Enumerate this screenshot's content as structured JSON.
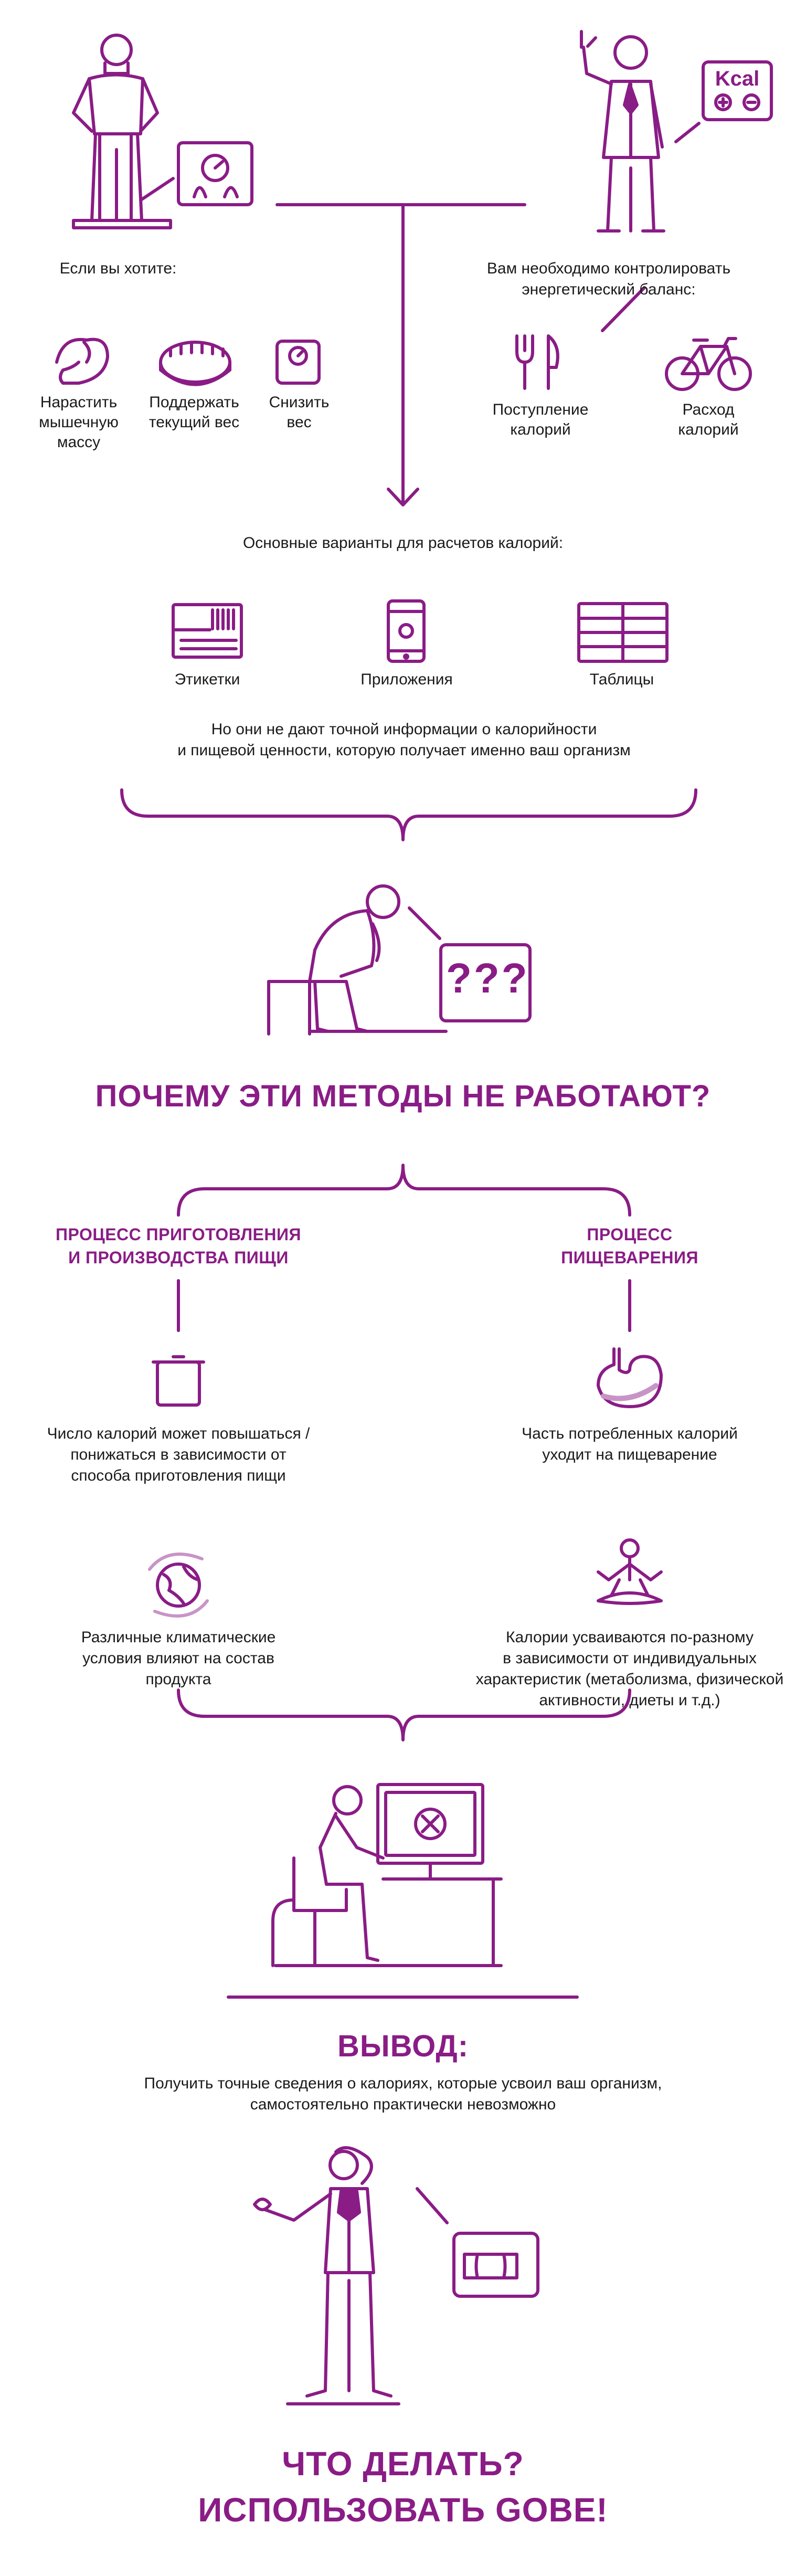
{
  "colors": {
    "accent": "#8a1c86",
    "accent_light": "#c894c6",
    "text": "#1a1a1a"
  },
  "intro": {
    "left_title": "Если вы хотите:",
    "right_title": "Вам необходимо контролировать\nэнергетический баланс:",
    "goals": [
      {
        "icon": "muscle-arm-icon",
        "label": "Нарастить\nмышечную\nмассу"
      },
      {
        "icon": "measuring-tape-icon",
        "label": "Поддержать\nтекущий вес"
      },
      {
        "icon": "scale-icon",
        "label": "Снизить\nвес"
      }
    ],
    "balance": [
      {
        "icon": "fork-knife-icon",
        "label": "Поступление\nкалорий"
      },
      {
        "icon": "bicycle-icon",
        "label": "Расход\nкалорий"
      }
    ],
    "kcal_label": "Kcal"
  },
  "methods": {
    "title": "Основные варианты для расчетов калорий:",
    "items": [
      {
        "icon": "label-tag-icon",
        "label": "Этикетки"
      },
      {
        "icon": "phone-app-icon",
        "label": "Приложения"
      },
      {
        "icon": "table-grid-icon",
        "label": "Таблицы"
      }
    ],
    "note": "Но они не дают точной информации о калорийности\nи пищевой ценности, которую получает именно ваш организм"
  },
  "why": {
    "heading": "ПОЧЕМУ ЭТИ МЕТОДЫ НЕ РАБОТАЮТ?",
    "question_marks": "???",
    "left": {
      "title": "ПРОЦЕСС ПРИГОТОВЛЕНИЯ\nИ ПРОИЗВОДСТВА ПИЩИ",
      "point1": "Число калорий может повышаться /\nпонижаться в зависимости от\nспособа приготовления пищи",
      "point2": "Различные климатические\nусловия влияют на состав\nпродукта"
    },
    "right": {
      "title": "ПРОЦЕСС\nПИЩЕВАРЕНИЯ",
      "point1": "Часть потребленных калорий\nуходит на пищеварение",
      "point2": "Калории усваиваются по-разному\nв зависимости от индивидуальных\nхарактеристик (метаболизма, физической\nактивности, диеты и т.д.)"
    }
  },
  "conclusion": {
    "heading": "ВЫВОД:",
    "text": "Получить точные сведения о калориях, которые усвоил ваш организм,\nсамостоятельно практически невозможно"
  },
  "cta": {
    "text": "ЧТО ДЕЛАТЬ?\nИСПОЛЬЗОВАТЬ GOBE!"
  }
}
